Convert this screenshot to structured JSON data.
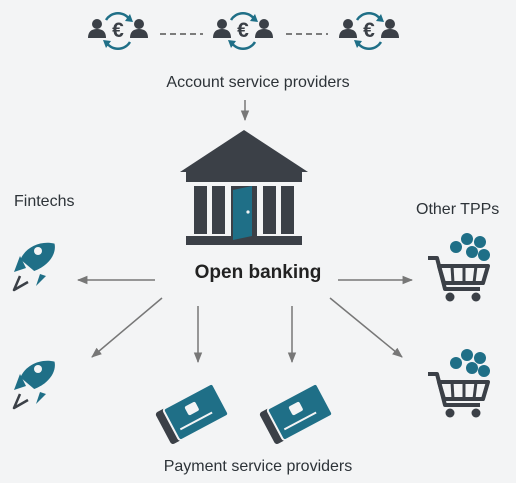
{
  "top_group": {
    "label": "Account service providers"
  },
  "center": {
    "label": "Open banking"
  },
  "left_group": {
    "label": "Fintechs"
  },
  "right_group": {
    "label": "Other TPPs"
  },
  "bottom_group": {
    "label": "Payment service providers"
  },
  "icons": {
    "exchange": "people-exchange-euro-icon",
    "bank": "bank-building-icon",
    "rocket": "rocket-icon",
    "cart": "shopping-cart-coins-icon",
    "card": "credit-card-icon"
  },
  "colors": {
    "dark": "#3b4047",
    "teal": "#1f6f87",
    "arrow": "#777777",
    "text": "#2d3338",
    "background": "#f3f4f5"
  }
}
